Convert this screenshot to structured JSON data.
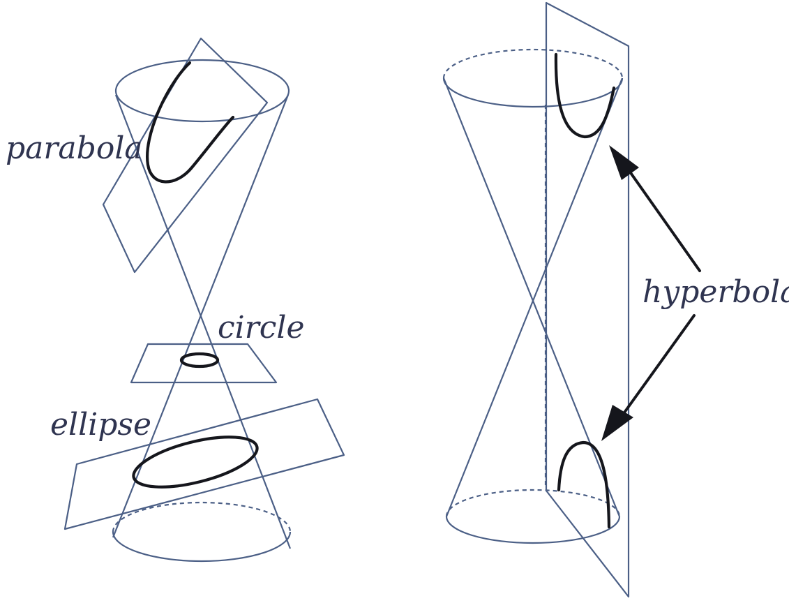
{
  "labels": {
    "parabola": "parabola",
    "circle": "circle",
    "ellipse": "ellipse",
    "hyperbola": "hyperbola"
  },
  "colors": {
    "outline": "#4b5f86",
    "section_curve": "#15161c",
    "label_text": "#2f3450",
    "background": "#ffffff"
  }
}
